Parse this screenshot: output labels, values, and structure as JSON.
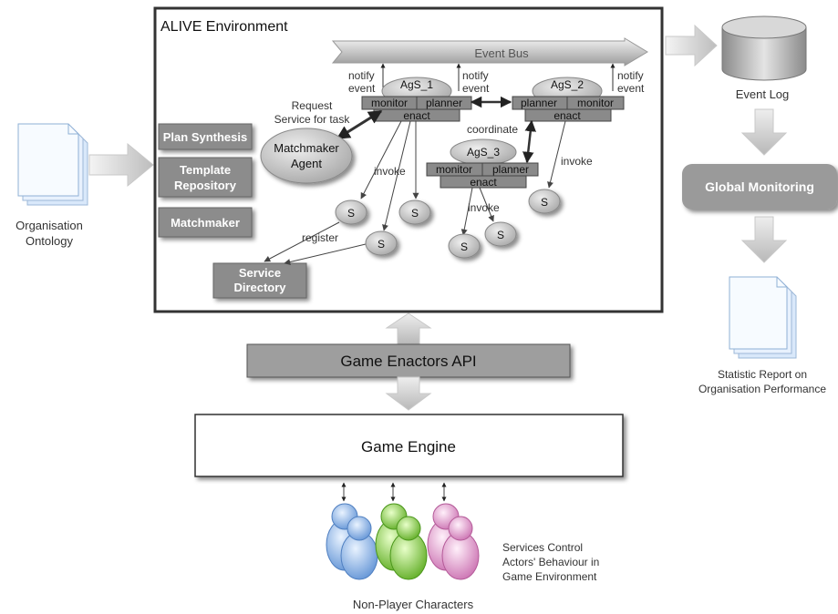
{
  "ontology": {
    "label_line1": "Organisation",
    "label_line2": "Ontology"
  },
  "alive": {
    "title": "ALIVE Environment",
    "event_bus": "Event Bus",
    "notify_event": [
      "notify",
      "event"
    ],
    "request_service": [
      "Request",
      "Service for task"
    ],
    "coordinate": "coordinate",
    "invoke": "invoke",
    "register": "register",
    "matchmaker_agent": [
      "Matchmaker",
      "Agent"
    ],
    "tools": {
      "plan_synthesis": "Plan Synthesis",
      "template_repository": [
        "Template",
        "Repository"
      ],
      "matchmaker": "Matchmaker"
    },
    "service_directory": [
      "Service",
      "Directory"
    ],
    "service_node": "S",
    "agents": [
      {
        "name": "AgS_1",
        "left": "monitor",
        "right": "planner",
        "bottom": "enact"
      },
      {
        "name": "AgS_2",
        "left": "planner",
        "right": "monitor",
        "bottom": "enact"
      },
      {
        "name": "AgS_3",
        "left": "monitor",
        "right": "planner",
        "bottom": "enact"
      }
    ]
  },
  "event_log": "Event Log",
  "global_monitoring": "Global Monitoring",
  "report": {
    "line1": "Statistic Report on",
    "line2": "Organisation Performance"
  },
  "api": "Game Enactors API",
  "engine": "Game Engine",
  "npc": {
    "label": "Non-Player Characters",
    "caption": [
      "Services Control",
      "Actors' Behaviour in",
      "Game Environment"
    ],
    "colors": {
      "blue": "#8fb8ea",
      "green": "#8ed23a",
      "pink": "#e7a6d5"
    }
  }
}
